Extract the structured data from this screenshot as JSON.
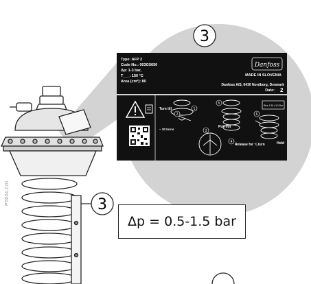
{
  "callouts": {
    "top_number": "3",
    "side_number": "3"
  },
  "label_plate": {
    "type_line": "Type: AFP 2",
    "code_line": "Code No.: 003G5650",
    "dp_line": "Δp: 1-3 bar,",
    "tmax_line": "T___: 150 °C",
    "area_line": "Area (cm²): 80",
    "brand": "Danfoss",
    "made_in": "MADE IN SLOVENIA",
    "address": "Danfoss A/S, 6430 Nordborg, Denmark",
    "date_label": "Date:",
    "date_value": "2",
    "instr_turn_till": "Turn till",
    "instr_turns": "~ 30 turns",
    "instr_pull_out": "Pull out",
    "instr_release": "Release for ¼ turn",
    "instr_hold": "Hold",
    "range_chip": "Blue 1.50 | 3.0 Bar",
    "step_numbers": [
      "1",
      "2",
      "3",
      "4",
      "5",
      "6"
    ]
  },
  "range_label": "Δp = 0.5-1.5 bar",
  "side_code": "P.5024.2.01",
  "colors": {
    "plate": "#111111",
    "magnifier": "#d3d3d3",
    "line": "#222222"
  }
}
